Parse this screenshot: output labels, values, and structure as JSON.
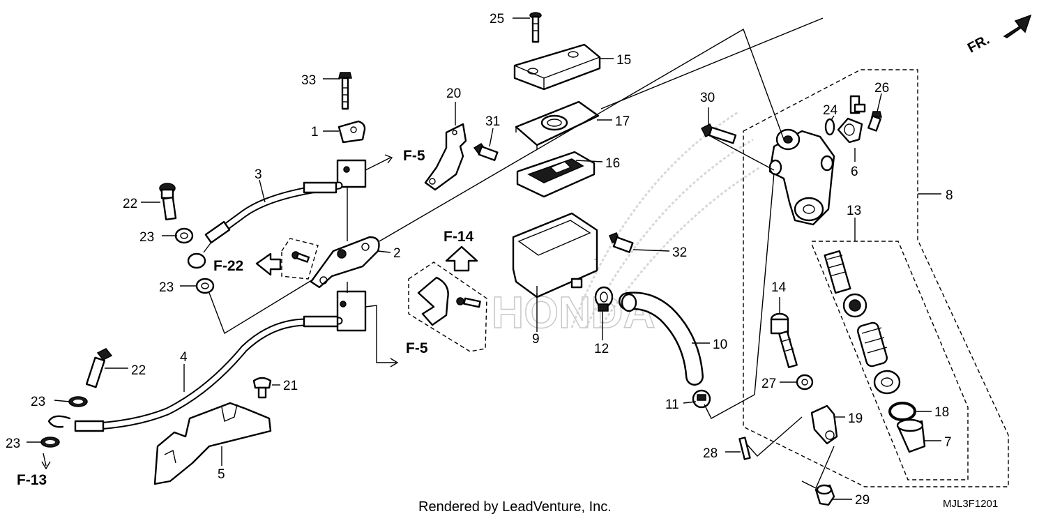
{
  "diagram": {
    "footer_text": "Rendered by LeadVenture, Inc.",
    "diagram_code": "MJL3F1201",
    "direction_label": "FR.",
    "watermark": "HONDA",
    "callouts": {
      "p1": "1",
      "p2": "2",
      "p3": "3",
      "p4": "4",
      "p5": "5",
      "p6": "6",
      "p7": "7",
      "p8": "8",
      "p9": "9",
      "p10": "10",
      "p11": "11",
      "p12": "12",
      "p13": "13",
      "p14": "14",
      "p15": "15",
      "p16": "16",
      "p17": "17",
      "p18": "18",
      "p19": "19",
      "p20": "20",
      "p21": "21",
      "p22a": "22",
      "p22b": "22",
      "p23a": "23",
      "p23b": "23",
      "p23c": "23",
      "p23d": "23",
      "p24": "24",
      "p25": "25",
      "p26": "26",
      "p27": "27",
      "p28": "28",
      "p29": "29",
      "p30": "30",
      "p31": "31",
      "p32": "32",
      "p33": "33"
    },
    "refs": {
      "f5_top": "F-5",
      "f5_bottom": "F-5",
      "f14": "F-14",
      "f22": "F-22",
      "f13": "F-13"
    }
  }
}
